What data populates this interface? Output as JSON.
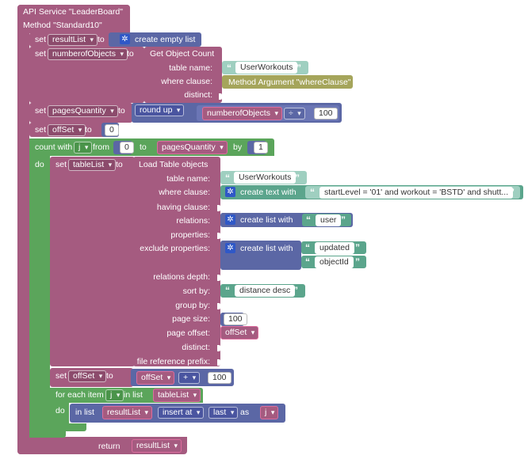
{
  "service": {
    "title": "API Service \"LeaderBoard\"",
    "method": "Method \"Standard10\""
  },
  "row1": {
    "set": "set",
    "var": "resultList",
    "to": "to",
    "call": "create empty list"
  },
  "row2": {
    "set": "set",
    "var": "numberofObjects",
    "to": "to",
    "call": "Get Object Count",
    "table_name_label": "table name:",
    "table_name_value": "UserWorkouts",
    "where_label": "where clause:",
    "where_value": "Method Argument \"whereClause\"",
    "distinct_label": "distinct:"
  },
  "row3": {
    "set": "set",
    "var": "pagesQuantity",
    "to": "to",
    "round": "round up",
    "operand": "numberofObjects",
    "op": "÷",
    "num": "100"
  },
  "row4": {
    "set": "set",
    "var": "offSet",
    "to": "to",
    "num": "0"
  },
  "loop": {
    "count_with": "count with",
    "var": "j",
    "from": "from",
    "from_val": "0",
    "to": "to",
    "to_var": "pagesQuantity",
    "by": "by",
    "by_val": "1",
    "do": "do"
  },
  "load": {
    "set": "set",
    "var": "tableList",
    "to": "to",
    "call": "Load Table objects",
    "labels": {
      "table_name": "table name:",
      "where": "where clause:",
      "having": "having clause:",
      "relations": "relations:",
      "properties": "properties:",
      "exclude": "exclude properties:",
      "depth": "relations depth:",
      "sort": "sort by:",
      "group": "group by:",
      "page_size": "page size:",
      "page_offset": "page offset:",
      "distinct": "distinct:",
      "file_ref": "file reference prefix:"
    },
    "table_name_value": "UserWorkouts",
    "create_text": "create text with",
    "where_text": "startLevel = '01' and workout = 'BSTD' and shutt...",
    "create_list": "create list with",
    "relation_item": "user",
    "exclude_items": [
      "updated",
      "objectId"
    ],
    "sort_value": "distance desc",
    "page_size_value": "100",
    "page_offset_var": "offSet"
  },
  "increment": {
    "set": "set",
    "var": "offSet",
    "to": "to",
    "operand": "offSet",
    "op": "+",
    "num": "100"
  },
  "foreach": {
    "label": "for each item",
    "var": "j",
    "in_list": "in list",
    "list_var": "tableList",
    "do": "do",
    "in_list2": "in list",
    "target": "resultList",
    "mode": "insert at",
    "where": "last",
    "as": "as",
    "item": "j"
  },
  "ret": {
    "label": "return",
    "var": "resultList"
  },
  "colors": {
    "procedure": "#a55b80",
    "loop": "#5ba55b",
    "list": "#5b67a5",
    "math": "#5b67a5",
    "text": "#5ba58c",
    "arg": "#a5a55b"
  }
}
